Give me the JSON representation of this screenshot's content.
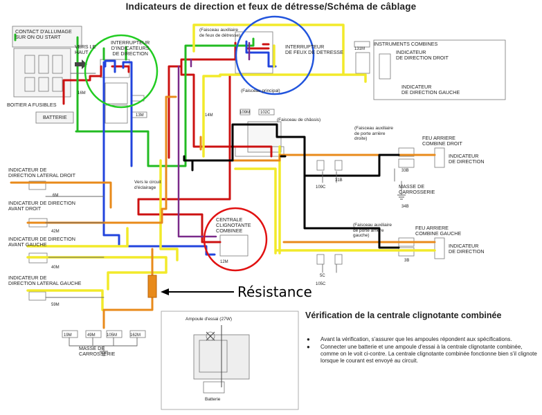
{
  "title": "Indicateurs de direction et feux de  détresse/Schéma de câblage",
  "labels": {
    "contact": "CONTACT D'ALLUMAGE\nsur ON ou START",
    "vers_le_haut": "VERS LE\nHAUT",
    "boitier": "BOITIER A FUSIBLES",
    "batterie": "BATTERIE",
    "interrupteur_indicateurs": "INTERRUPTEUR\nD'INDICATEURS\nDE DIRECTION",
    "faisceau_detresse": "(Faisceau auxiliaire\nde feux de détresse)",
    "interrupteur_detresse": "INTERRUPTEUR\nDE FEUX DE DETRESSE",
    "faisceau_principal": "(Faisceau principal)",
    "faisceau_chassis": "(Faisceau de châssis)",
    "instruments": "INSTRUMENTS COMBINES",
    "ind_dir_droit": "INDICATEUR\nDE DIRECTION DROIT",
    "ind_dir_gauche": "INDICATEUR\nDE DIRECTION GAUCHE",
    "faisceau_porte_droite": "(Faisceau auxiliaire\nde porte arrière\ndroite)",
    "feu_arriere_droit": "FEU ARRIERE\nCOMBINE DROIT",
    "indicateur_direction_1": "INDICATEUR\nDE DIRECTION",
    "masse_carrosserie_1": "MASSE DE\nCARROSSERIE",
    "faisceau_porte_gauche": "(Faisceau auxiliaire\nde porte arrière\ngauche)",
    "feu_arriere_gauche": "FEU ARRIERE\nCOMBINE GAUCHE",
    "indicateur_direction_2": "INDICATEUR\nDE DIRECTION",
    "ind_lat_droit": "INDICATEUR DE\nDIRECTION LATERAL DROIT",
    "ind_av_droit": "INDICATEUR DE DIRECTION\nAVANT DROIT",
    "ind_av_gauche": "INDICATEUR DE DIRECTION\nAVANT GAUCHE",
    "ind_lat_gauche": "INDICATEUR DE\nDIRECTION LATERAL GAUCHE",
    "vers_circuit": "Vers le circuit\nd'éclairage",
    "centrale": "CENTRALE\nCLIGNOTANTE\nCOMBINEE",
    "masse_carrosserie_2": "MASSE DE\nCARROSSERIE",
    "ampoule": "Ampoule d'essai (27W)",
    "batterie_test": "Batterie"
  },
  "codes": {
    "c16m": "16M",
    "c13m_a": "13M",
    "c14m": "14M",
    "c109m": "109M",
    "c102c": "102C",
    "c131m": "131M",
    "c6m": "6M",
    "c42m": "42M",
    "c40m": "40M",
    "c59m": "59M",
    "c12m": "12M",
    "c33b": "33B",
    "c34b": "34B",
    "c109c": "109C",
    "c31b": "31B",
    "c5c": "5C",
    "c105c": "105C",
    "c3b": "3B",
    "c19m": "19M",
    "c49m": "49M",
    "c105m": "105M",
    "c162m": "162M"
  },
  "annotation": {
    "resistance": "Résistance"
  },
  "verification": {
    "title": "Vérification de la centrale clignotante combinée",
    "bullets": [
      "Avant la vérification, s'assurer que les ampoules répondent aux spécifications.",
      "Connecter une batterie et une ampoule d'essai à la centrale clignotante combinée, comme on le voit ci-contre. La centrale clignotante combinée fonctionne bien s'il clignote lorsque le courant est envoyé au circuit."
    ],
    "bullet_symbol": "●"
  },
  "colors": {
    "red": "#cc1111",
    "green": "#22bb22",
    "blue": "#2244dd",
    "yellow": "#f2ea2a",
    "orange": "#e88a1a",
    "black": "#000000",
    "purple": "#7a2a8a",
    "annotation_red": "#e11111",
    "annotation_green": "#22cc22",
    "annotation_blue": "#2255dd"
  }
}
